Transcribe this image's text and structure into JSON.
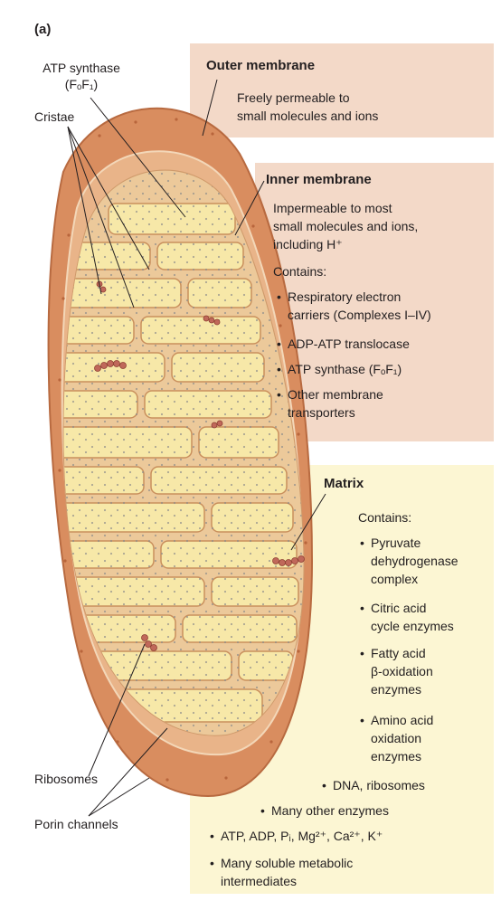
{
  "panel_letter": "(a)",
  "left_labels": {
    "atp_synthase": "ATP synthase\n(FₒF₁)",
    "cristae": "Cristae",
    "ribosomes": "Ribosomes",
    "porin_channels": "Porin channels"
  },
  "outer_membrane": {
    "title": "Outer membrane",
    "description": "Freely permeable to\nsmall molecules and ions"
  },
  "inner_membrane": {
    "title": "Inner membrane",
    "description": "Impermeable to most\nsmall molecules and ions,\nincluding H⁺",
    "contains_label": "Contains:",
    "items": [
      "Respiratory electron\ncarriers (Complexes I–IV)",
      "ADP-ATP translocase",
      "ATP synthase (FₒF₁)",
      "Other membrane\ntransporters"
    ]
  },
  "matrix": {
    "title": "Matrix",
    "contains_label": "Contains:",
    "items": [
      "Pyruvate\ndehydrogenase\ncomplex",
      "Citric acid\ncycle enzymes",
      "Fatty acid\nβ-oxidation\nenzymes",
      "Amino acid\noxidation\nenzymes",
      "DNA, ribosomes",
      "Many other enzymes",
      "ATP, ADP, Pᵢ, Mg²⁺, Ca²⁺, K⁺",
      "Many soluble metabolic\nintermediates"
    ]
  },
  "colors": {
    "outer_panel": "#f3d9c8",
    "matrix_panel": "#fcf6d3",
    "outer_membrane": "#d98d5f",
    "intermembrane": "#e9b489",
    "cristae_fill": "#f7e8a8",
    "ribosome": "#c0685a"
  }
}
